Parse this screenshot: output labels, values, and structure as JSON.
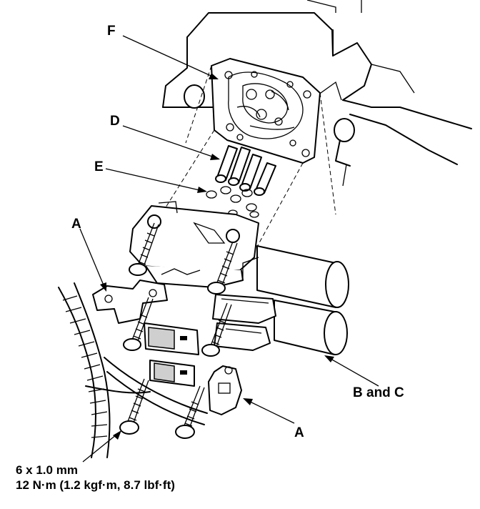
{
  "callouts": {
    "F": "F",
    "D": "D",
    "E": "E",
    "A_left": "A",
    "A_right": "A",
    "B_and_C": "B and C"
  },
  "spec": {
    "bolt_size": "6 x 1.0 mm",
    "torque": "12 N·m (1.2 kgf·m, 8.7 lbf·ft)"
  }
}
